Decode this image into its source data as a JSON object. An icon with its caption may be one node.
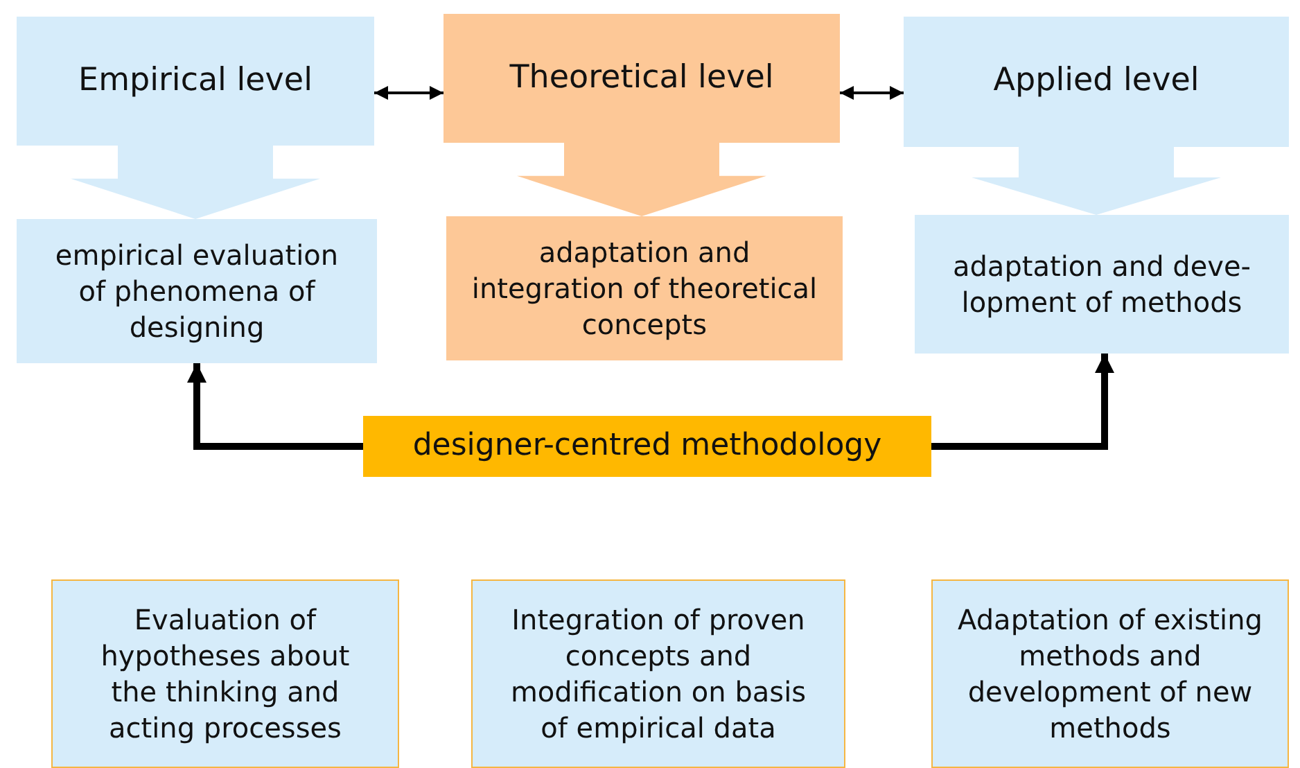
{
  "diagram": {
    "nodes": [
      {
        "text": [
          "Empirical level"
        ]
      },
      {
        "text": [
          "Theoretical level"
        ]
      },
      {
        "text": [
          "Applied level"
        ]
      },
      {
        "text": [
          "empirical evaluation of phenomena of designing"
        ]
      },
      {
        "text": [
          "adaptation and integration of theoretical concepts"
        ]
      },
      {
        "text": [
          "adaptation and deve- lopment of methods"
        ]
      },
      {
        "text": [
          "designer-centred methodology"
        ]
      },
      {
        "text": [
          "Evaluation of hypotheses about the thinking and acting processes"
        ]
      },
      {
        "text": [
          "Integration of proven concepts and modification on basis of empirical data"
        ]
      },
      {
        "text": [
          "Adaptation of existing methods and development of new methods"
        ]
      }
    ],
    "edges": [
      {
        "from": 0,
        "to": 1,
        "arrow": "both"
      },
      {
        "from": 1,
        "to": 2,
        "arrow": "both"
      },
      {
        "from": 0,
        "to": 3,
        "arrow": "to",
        "color": "#d6ecfa"
      },
      {
        "from": 1,
        "to": 4,
        "arrow": "to",
        "color": "#fdc897"
      },
      {
        "from": 2,
        "to": 5,
        "arrow": "to",
        "color": "#d6ecfa"
      },
      {
        "from": 6,
        "to": 3,
        "arrow": "to",
        "style": "thick"
      },
      {
        "from": 6,
        "to": 5,
        "arrow": "to",
        "style": "thick"
      }
    ]
  }
}
